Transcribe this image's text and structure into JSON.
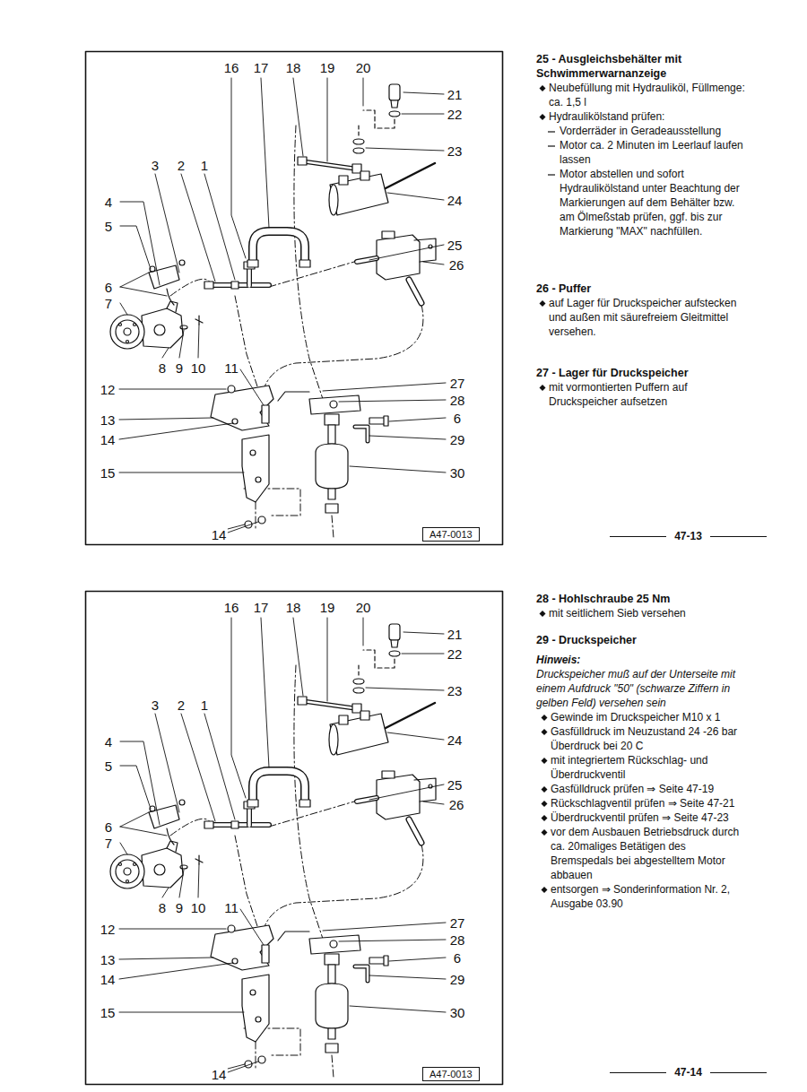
{
  "diagram": {
    "nodes": [
      {
        "text": [
          "A47-0013"
        ]
      },
      {
        "text": [
          "A47-0013"
        ]
      }
    ],
    "labels": [
      "16",
      "17",
      "18",
      "19",
      "20",
      "21",
      "22",
      "23",
      "3",
      "2",
      "1",
      "24",
      "4",
      "5",
      "25",
      "26",
      "6",
      "7",
      "8",
      "9",
      "10",
      "11",
      "12",
      "27",
      "28",
      "13",
      "6",
      "29",
      "14",
      "15",
      "30",
      "14",
      "25 - Ausgleichsbehälter mit Schwimmerwarnanzeige",
      "Neubefüllung mit Hydrauliköl, Füllmenge: ca. 1,5 l",
      "Hydraulikölstand prüfen:",
      "Vorderräder in Geradeausstellung",
      "Motor ca. 2 Minuten im Leerlauf laufen lassen",
      "Motor abstellen und sofort Hydraulikölstand unter Beachtung der Markierungen auf dem Behälter bzw. am Ölmeßstab prüfen, ggf. bis zur Markierung \"MAX\" nachfüllen.",
      "26 - Puffer",
      "auf Lager für Druckspeicher aufstecken und außen mit säurefreiem Gleitmittel versehen.",
      "27 - Lager für Druckspeicher",
      "mit vormontierten Puffern auf Druckspeicher aufsetzen",
      "47-13",
      "16",
      "17",
      "18",
      "19",
      "20",
      "21",
      "22",
      "23",
      "3",
      "2",
      "1",
      "24",
      "4",
      "5",
      "25",
      "26",
      "6",
      "7",
      "8",
      "9",
      "10",
      "11",
      "12",
      "27",
      "28",
      "13",
      "6",
      "29",
      "14",
      "15",
      "30",
      "14",
      "28 - Hohlschraube 25 Nm",
      "mit seitlichem Sieb versehen",
      "29 - Druckspeicher",
      "Hinweis:",
      "Druckspeicher muß auf der Unterseite mit einem Aufdruck \"50\" (schwarze Ziffern in gelben Feld) versehen sein",
      "Gewinde im Druckspeicher M10 x 1",
      "Gasfülldruck im Neuzustand 24 -26 bar Überdruck bei 20 C",
      "mit integriertem Rückschlag- und Überdruckventil",
      "Gasfülldruck prüfen ⇒ Seite 47-19",
      "Rückschlagventil prüfen ⇒ Seite 47-21",
      "Überdruckventil prüfen ⇒ Seite 47-23",
      "vor dem Ausbauen Betriebsdruck durch ca. 20maliges Betätigen des Bremspedals bei abgestelltem Motor abbauen",
      "entsorgen ⇒ Sonderinformation Nr. 2, Ausgabe 03.90",
      "47-14"
    ]
  }
}
